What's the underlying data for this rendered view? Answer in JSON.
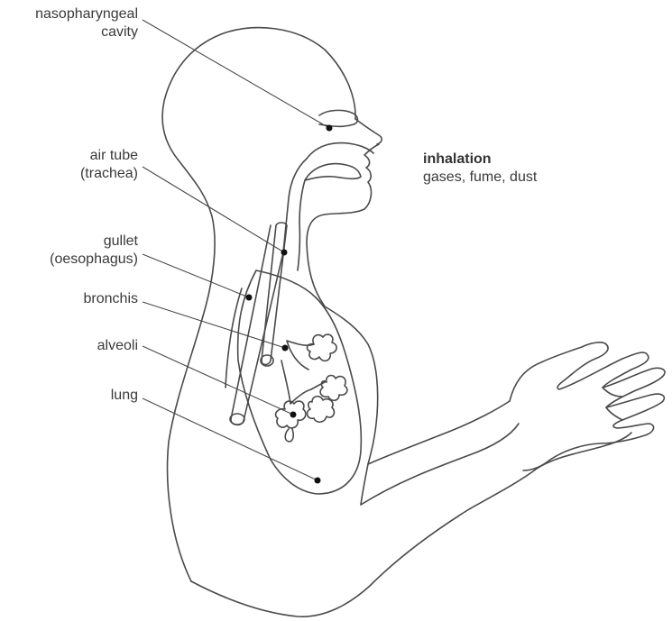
{
  "labels": {
    "nasopharyngeal": [
      "nasopharyngeal",
      "cavity"
    ],
    "air_tube": [
      "air tube",
      "(trachea)"
    ],
    "gullet": [
      "gullet",
      "(oesophagus)"
    ],
    "bronchis": "bronchis",
    "alveoli": "alveoli",
    "lung": "lung"
  },
  "inhalation": {
    "title": "inhalation",
    "subtitle": "gases, fume, dust"
  }
}
